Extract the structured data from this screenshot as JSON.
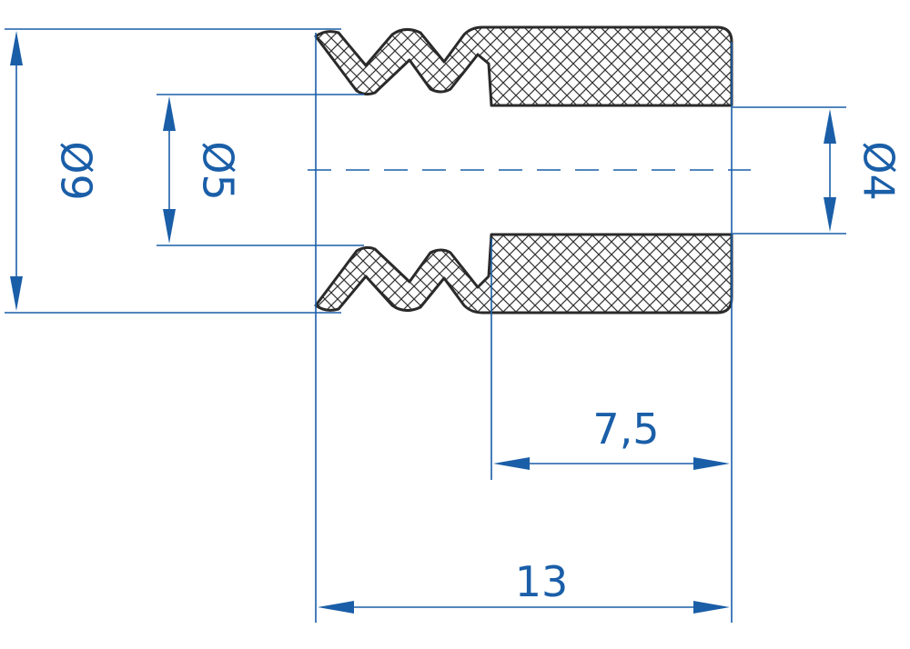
{
  "colors": {
    "dimension": "#1a5ea8",
    "outline": "#2a2a2a",
    "hatch": "#333333",
    "background": "#ffffff"
  },
  "dimensions": {
    "outer_diameter": "Ø9",
    "inner_diameter": "Ø5",
    "bore_diameter": "Ø4",
    "sleeve_length": "7,5",
    "total_length": "13"
  }
}
